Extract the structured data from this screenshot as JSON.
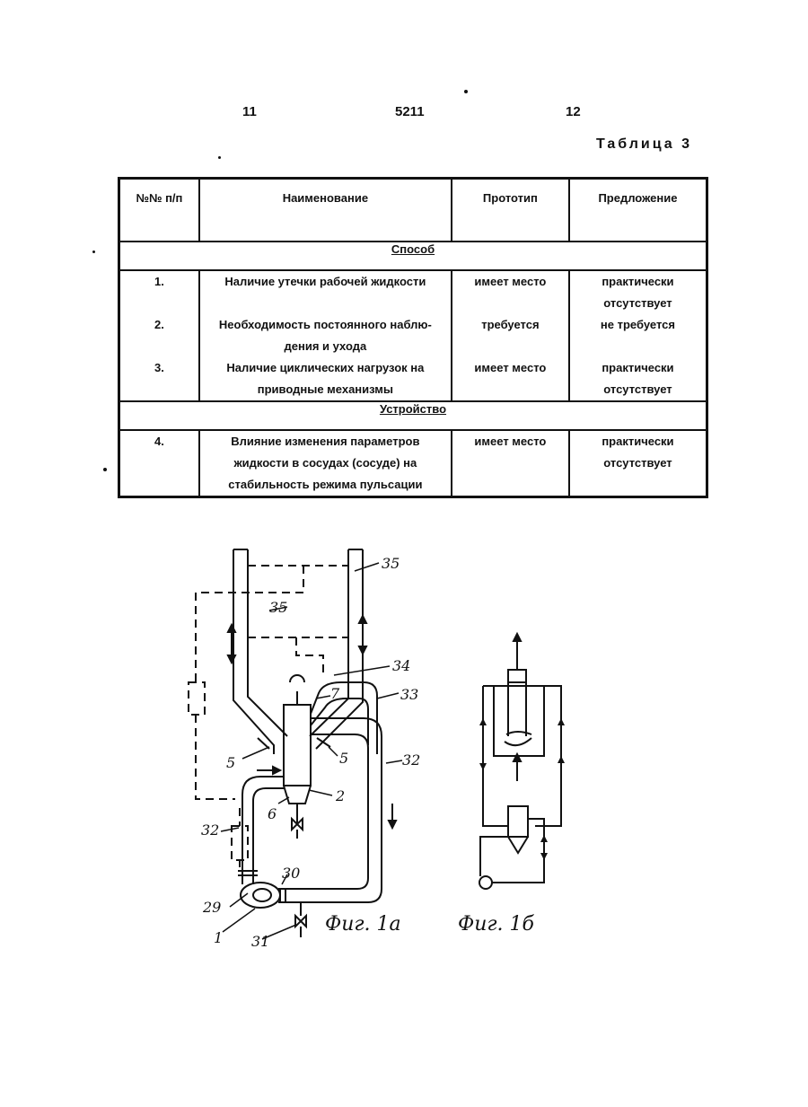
{
  "header": {
    "page_left": "11",
    "page_center": "5211",
    "page_right": "12",
    "table_caption": "Таблица 3"
  },
  "table": {
    "columns": [
      "№№ п/п",
      "Наименование",
      "Прототип",
      "Предложение"
    ],
    "sections": [
      {
        "title": "Способ",
        "rows": [
          {
            "num": "1.",
            "name": "Наличие утечки рабочей жидкости",
            "prototype": "имеет место",
            "proposal": "практически отсутствует"
          },
          {
            "num": "2.",
            "name": "Необходимость постоянного наблю- дения и ухода",
            "prototype": "требуется",
            "proposal": "не требуется"
          },
          {
            "num": "3.",
            "name": "Наличие циклических нагрузок на приводные механизмы",
            "prototype": "имеет место",
            "proposal": "практически отсутствует"
          }
        ]
      },
      {
        "title": "Устройство",
        "rows": [
          {
            "num": "4.",
            "name": "Влияние изменения параметров жидкости в сосудах (сосуде) на стабильность режима пульсации",
            "prototype": "имеет место",
            "proposal": "практически отсутствует"
          }
        ]
      }
    ]
  },
  "figure_1a": {
    "caption": "Фиг. 1а",
    "labels": [
      "35",
      "35",
      "34",
      "33",
      "7",
      "5",
      "5",
      "32",
      "2",
      "6",
      "32",
      "30",
      "29",
      "1",
      "31"
    ]
  },
  "figure_1b": {
    "caption": "Фиг. 1б"
  }
}
